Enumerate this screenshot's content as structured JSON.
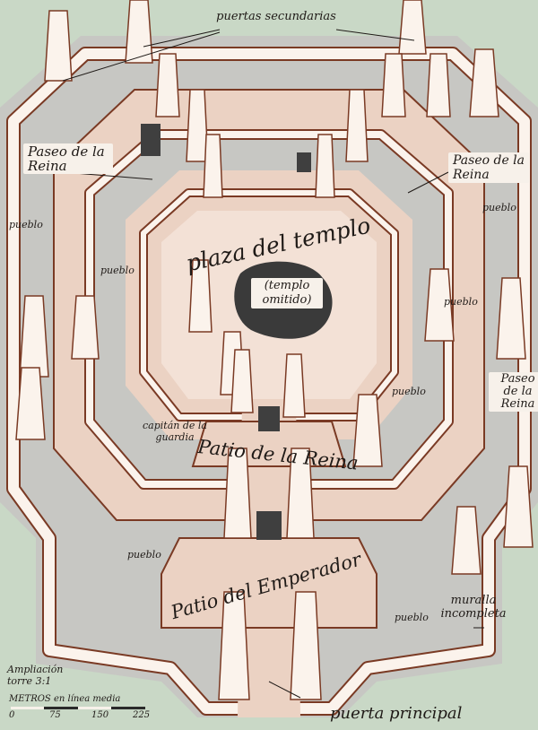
{
  "labels": {
    "puertas_secundarias": "puertas secundarias",
    "paseo_reina_1": "Paseo de la Reina",
    "paseo_reina_2": "Paseo de la Reina",
    "paseo_reina_3": "Paseo de la Reina",
    "pueblo_1": "pueblo",
    "pueblo_2": "pueblo",
    "pueblo_3": "pueblo",
    "pueblo_4": "pueblo",
    "pueblo_5": "pueblo",
    "pueblo_6": "pueblo",
    "pueblo_7": "pueblo",
    "plaza_del_templo": "plaza del templo",
    "templo_omitido": "(templo omitido)",
    "capitan_guardia": "capitán de la guardia",
    "patio_reina": "Patio de la Reina",
    "patio_emperador": "Patio del Emperador",
    "muralla_incompleta": "muralla incompleta",
    "puerta_principal": "puerta principal"
  },
  "legend": {
    "ampliacion": "Ampliación torre 3:1",
    "scale_title": "METROS en línea media",
    "ticks": [
      "0",
      "75",
      "150",
      "225"
    ]
  },
  "colors": {
    "background": "#c9d8c6",
    "pueblo": "#c7c7c3",
    "wall": "#fbf3ec",
    "wall_edge": "#7a3a24",
    "courtyard": "#ebd2c3",
    "temple": "#3a3a3a",
    "door": "#3f3f3f"
  }
}
